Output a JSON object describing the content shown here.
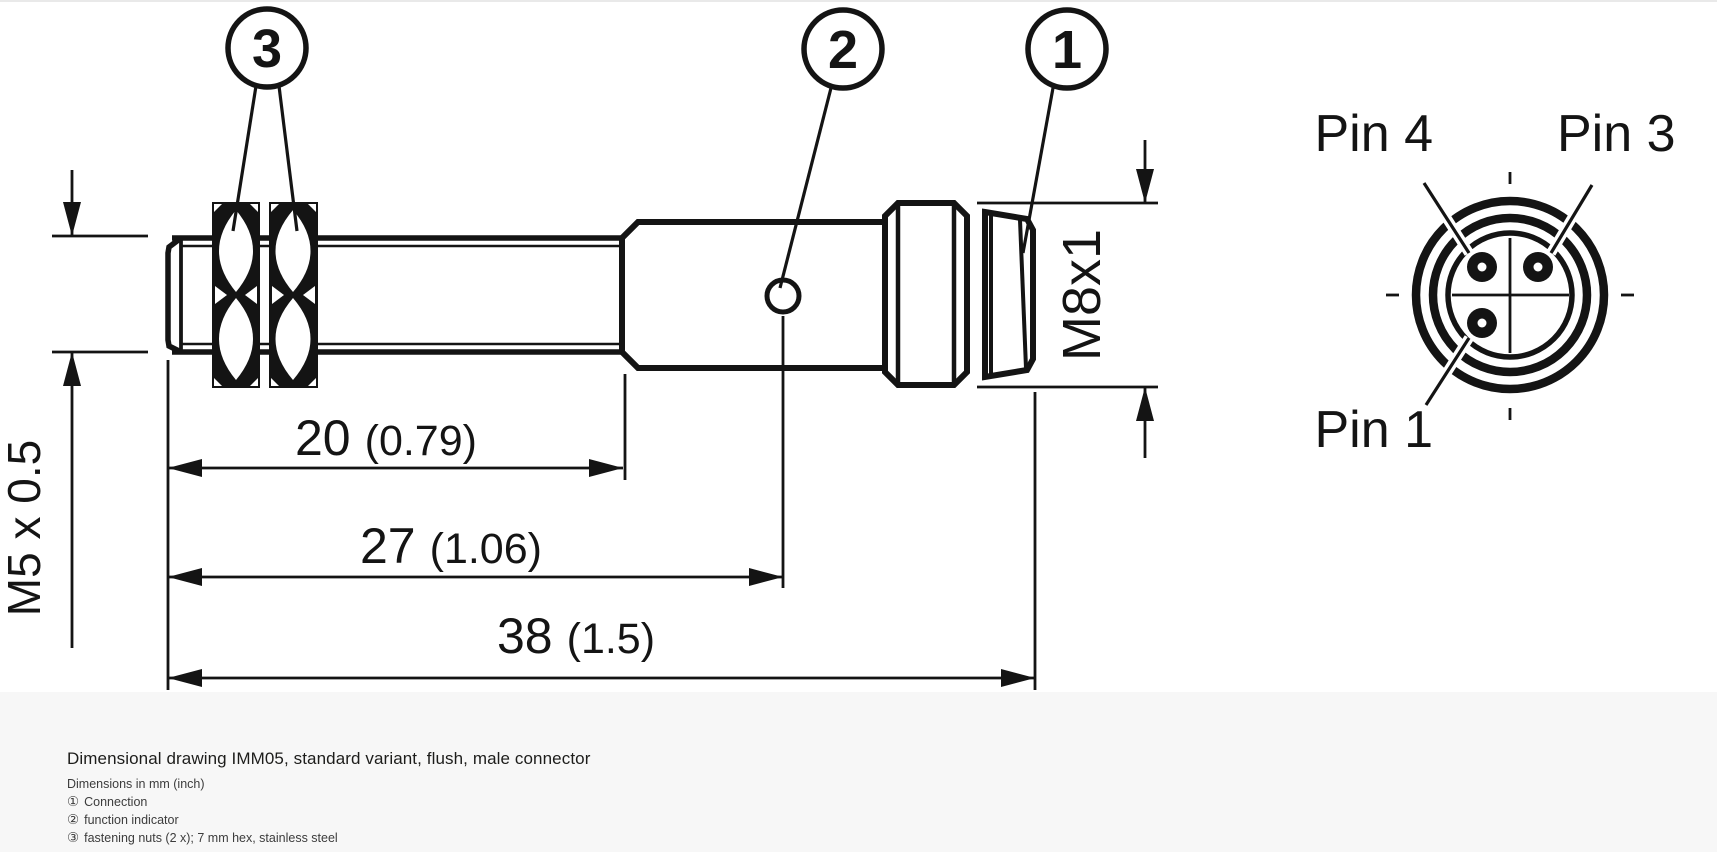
{
  "colors": {
    "line": "#141414",
    "caption_background": "#f7f7f7",
    "title_text": "#1d1d1b",
    "body_text": "#3c3c3c",
    "top_rule": "#e9e9e9"
  },
  "drawing": {
    "balloons": {
      "connection": "1",
      "function_indicator": "2",
      "fastening_nuts": "3"
    },
    "dimensions": {
      "front_thread": "M5 x 0.5",
      "connector_thread": "M8x1",
      "length_20_mm": "20",
      "length_20_in": "(0.79)",
      "length_27_mm": "27",
      "length_27_in": "(1.06)",
      "length_38_mm": "38",
      "length_38_in": "(1.5)"
    },
    "pinout": {
      "pin4": "Pin 4",
      "pin3": "Pin 3",
      "pin1": "Pin 1"
    }
  },
  "caption": {
    "title": "Dimensional drawing IMM05, standard variant, flush, male connector",
    "units_note": "Dimensions in mm (inch)",
    "legend": [
      {
        "marker": "①",
        "label": "Connection"
      },
      {
        "marker": "②",
        "label": "function indicator"
      },
      {
        "marker": "③",
        "label": "fastening nuts (2 x); 7 mm hex, stainless steel"
      }
    ]
  }
}
